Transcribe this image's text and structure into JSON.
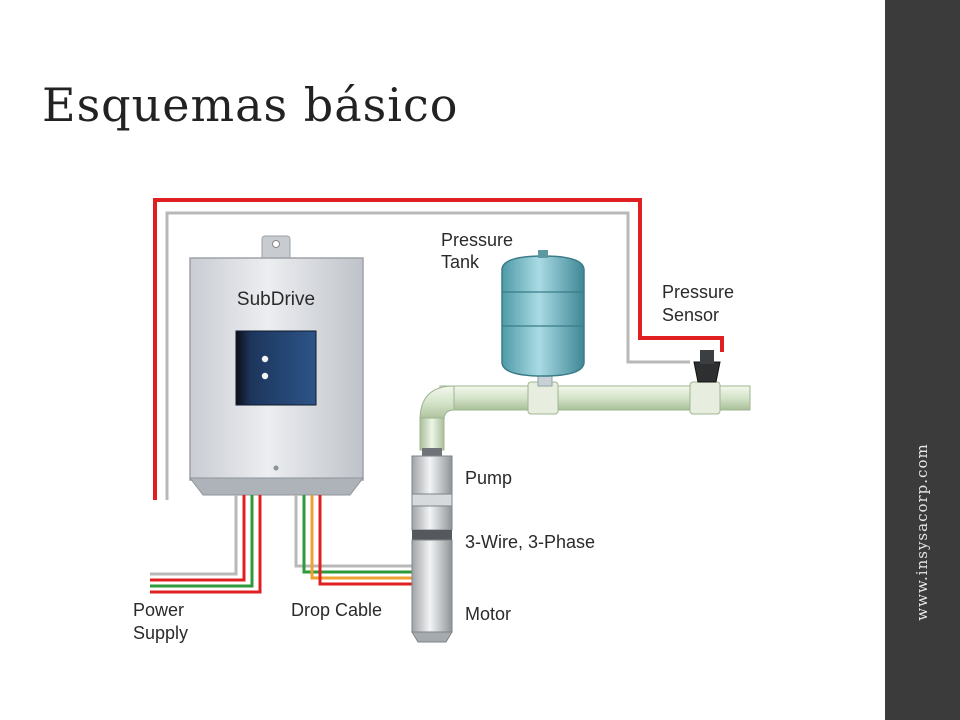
{
  "slide": {
    "title": "Esquemas básico",
    "sidebar_url": "www.insysacorp.com"
  },
  "diagram": {
    "labels": {
      "subdrive": "SubDrive",
      "pressure_tank_1": "Pressure",
      "pressure_tank_2": "Tank",
      "pressure_sensor_1": "Pressure",
      "pressure_sensor_2": "Sensor",
      "pump": "Pump",
      "wire_phase": "3-Wire, 3-Phase",
      "motor": "Motor",
      "power_supply_1": "Power",
      "power_supply_2": "Supply",
      "drop_cable": "Drop Cable"
    },
    "colors": {
      "sensor_wire_red": "#e02020",
      "sensor_wire_gray": "#b8b8b8",
      "tank_blue": "#6fb6c4",
      "pipe_green": "#d6e5cc",
      "drive_gray": "#d9dbe0",
      "panel_blue": "#274a7a",
      "cable_green": "#2e9a3a",
      "cable_orange": "#f0a030",
      "sidebar": "#3b3b3b"
    }
  }
}
